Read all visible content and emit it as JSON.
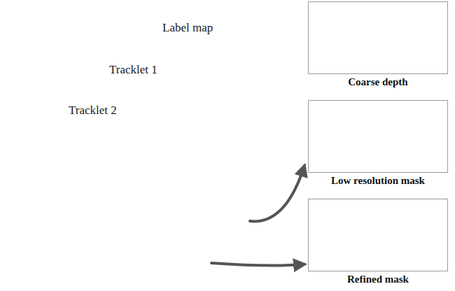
{
  "diagram": {
    "nodes": [
      {
        "text": [
          "Label map"
        ]
      },
      {
        "text": [
          "Tracklet 1"
        ]
      },
      {
        "text": [
          "Tracklet 2"
        ]
      },
      {
        "text": [
          "Coarse depth"
        ]
      },
      {
        "text": [
          "Low resolution mask"
        ]
      },
      {
        "text": [
          "Refined mask"
        ]
      }
    ],
    "edges": [
      {
        "from": 1,
        "to": 4,
        "arrow": "to"
      },
      {
        "from": 2,
        "to": 5,
        "arrow": "to"
      }
    ]
  }
}
